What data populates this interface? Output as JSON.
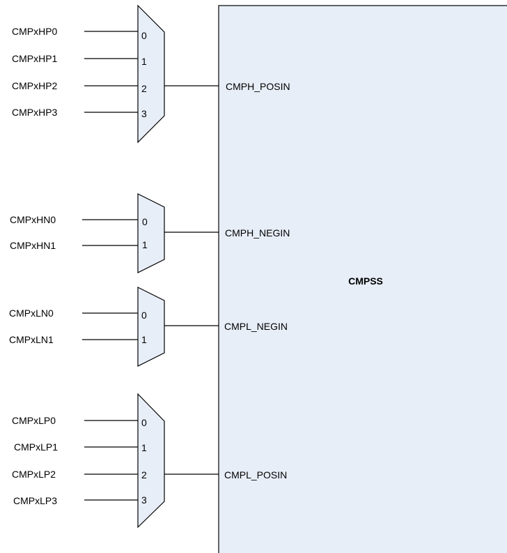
{
  "colors": {
    "fill": "#e8eef8",
    "stroke": "#000000",
    "background": "#ffffff"
  },
  "block": {
    "label": "CMPSS"
  },
  "muxes": [
    {
      "inputs": [
        "CMPxHP0",
        "CMPxHP1",
        "CMPxHP2",
        "CMPxHP3"
      ],
      "indices": [
        "0",
        "1",
        "2",
        "3"
      ],
      "output": "CMPH_POSIN"
    },
    {
      "inputs": [
        "CMPxHN0",
        "CMPxHN1"
      ],
      "indices": [
        "0",
        "1"
      ],
      "output": "CMPH_NEGIN"
    },
    {
      "inputs": [
        "CMPxLN0",
        "CMPxLN1"
      ],
      "indices": [
        "0",
        "1"
      ],
      "output": "CMPL_NEGIN"
    },
    {
      "inputs": [
        "CMPxLP0",
        "CMPxLP1",
        "CMPxLP2",
        "CMPxLP3"
      ],
      "indices": [
        "0",
        "1",
        "2",
        "3"
      ],
      "output": "CMPL_POSIN"
    }
  ]
}
